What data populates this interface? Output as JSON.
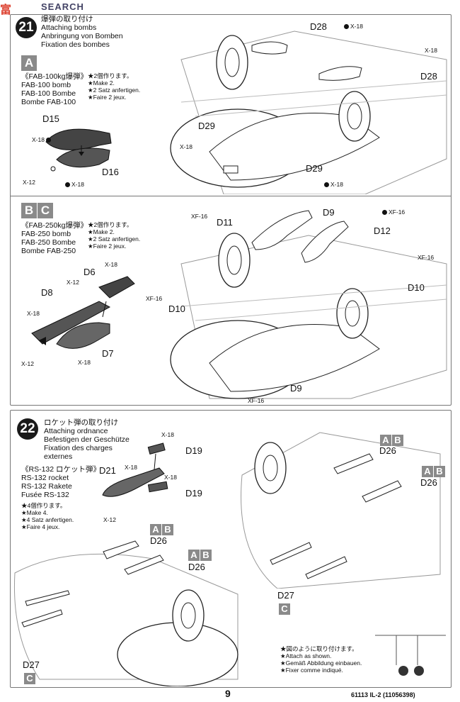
{
  "watermark": {
    "cn": "富",
    "en": "SEARCH"
  },
  "page_number": "9",
  "footer_code": "61113  IL-2 (11056398)",
  "step21": {
    "number": "21",
    "title_jp": "爆弾の取り付け",
    "title_en": "Attaching bombs",
    "title_de": "Anbringung von Bomben",
    "title_fr": "Fixation des bombes",
    "partA": {
      "badge": "A",
      "name_jp": "《FAB-100kg爆弾》",
      "name_en": "FAB-100 bomb",
      "name_de": "FAB-100 Bombe",
      "name_fr": "Bombe FAB-100",
      "note_jp": "★2個作ります。",
      "note_en": "★Make 2.",
      "note_de": "★2 Satz anfertigen.",
      "note_fr": "★Faire 2 jeux.",
      "labels": [
        "D15",
        "D16",
        "X-18",
        "X-18",
        "X-12"
      ]
    },
    "partBC": {
      "badges": [
        "B",
        "C"
      ],
      "name_jp": "《FAB-250kg爆弾》",
      "name_en": "FAB-250 bomb",
      "name_de": "FAB-250 Bombe",
      "name_fr": "Bombe FAB-250",
      "note_jp": "★2個作ります。",
      "note_en": "★Make 2.",
      "note_de": "★2 Satz anfertigen.",
      "note_fr": "★Faire 2 jeux.",
      "labels": [
        "D6",
        "D8",
        "D7",
        "X-18",
        "X-12",
        "X-18",
        "X-18",
        "X-12"
      ]
    },
    "diagramA_labels": [
      "D28",
      "X-18",
      "X-18",
      "D28",
      "D29",
      "X-18",
      "D29",
      "X-18"
    ],
    "diagramBC_labels": [
      "XF-16",
      "D11",
      "D9",
      "XF-16",
      "D12",
      "XF-16",
      "D10",
      "XF-16",
      "D10",
      "D9",
      "XF-16"
    ]
  },
  "step22": {
    "number": "22",
    "title_jp": "ロケット弾の取り付け",
    "title_en": "Attaching ordnance",
    "title_de": "Befestigen der Geschütze",
    "title_fr1": "Fixation des charges",
    "title_fr2": "externes",
    "rocket": {
      "name_jp": "《RS-132 ロケット弾》",
      "name_en": "RS-132 rocket",
      "name_de": "RS-132 Rakete",
      "name_fr": "Fusée RS-132",
      "note_jp": "★4個作ります。",
      "note_en": "★Make 4.",
      "note_de": "★4 Satz anfertigen.",
      "note_fr": "★Faire 4 jeux.",
      "labels": [
        "D21",
        "D19",
        "D19",
        "X-18",
        "X-18",
        "X-18",
        "X-12"
      ]
    },
    "badges": [
      "A",
      "B"
    ],
    "badge_c": "C",
    "labels": [
      "D26",
      "D26",
      "D26",
      "D26",
      "D27",
      "D27"
    ],
    "attach_note_jp": "★図のように取り付けます。",
    "attach_note_en": "★Attach as shown.",
    "attach_note_de": "★Gemäß Abbildung einbauen.",
    "attach_note_fr": "★Fixer comme indiqué."
  }
}
